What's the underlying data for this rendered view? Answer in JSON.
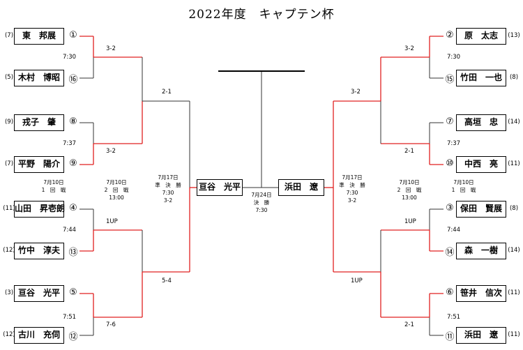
{
  "title": "2022年度　キャプテン杯",
  "left_players": [
    {
      "handicap": "(7)",
      "name": "東　邦展",
      "seed": "①"
    },
    {
      "handicap": "(5)",
      "name": "木村　博昭",
      "seed": "⑯"
    },
    {
      "handicap": "(9)",
      "name": "戎子　肇",
      "seed": "⑧"
    },
    {
      "handicap": "(7)",
      "name": "平野　陽介",
      "seed": "⑨"
    },
    {
      "handicap": "(11)",
      "name": "山田　昇壱朗",
      "seed": "④"
    },
    {
      "handicap": "(12)",
      "name": "竹中　淳夫",
      "seed": "⑬"
    },
    {
      "handicap": "(3)",
      "name": "亘谷　光平",
      "seed": "⑤"
    },
    {
      "handicap": "(12)",
      "name": "古川　充伺",
      "seed": "⑫"
    }
  ],
  "right_players": [
    {
      "handicap": "(13)",
      "name": "原　太志",
      "seed": "②"
    },
    {
      "handicap": "(8)",
      "name": "竹田　一也",
      "seed": "⑮"
    },
    {
      "handicap": "(14)",
      "name": "高垣　忠",
      "seed": "⑦"
    },
    {
      "handicap": "(11)",
      "name": "中西　亮",
      "seed": "⑩"
    },
    {
      "handicap": "(8)",
      "name": "保田　賢展",
      "seed": "③"
    },
    {
      "handicap": "(14)",
      "name": "森　一樹",
      "seed": "⑭"
    },
    {
      "handicap": "(11)",
      "name": "笹井　信次",
      "seed": "⑥"
    },
    {
      "handicap": "(11)",
      "name": "浜田　遼",
      "seed": "⑪"
    }
  ],
  "left_r1": [
    {
      "time": "7:30",
      "score": "3-2"
    },
    {
      "time": "7:37",
      "score": "3-2"
    },
    {
      "time": "7:44",
      "score": "1UP"
    },
    {
      "time": "7:51",
      "score": "7-6"
    }
  ],
  "right_r1": [
    {
      "time": "7:30",
      "score": "3-2"
    },
    {
      "time": "7:37",
      "score": "2-1"
    },
    {
      "time": "7:44",
      "score": "1UP"
    },
    {
      "time": "7:51",
      "score": "2-1"
    }
  ],
  "left_r2_scores": [
    "2-1",
    "5-4"
  ],
  "right_r2_scores": [
    "3-2",
    "1UP"
  ],
  "round1": {
    "date": "7月10日",
    "round": "1　回　戦"
  },
  "round2": {
    "date": "7月10日",
    "round": "2　回　戦",
    "time": "13:00"
  },
  "semi_left": {
    "date": "7月17日",
    "round": "準　決　勝",
    "time": "7:30",
    "score": "3-2"
  },
  "semi_right": {
    "date": "7月17日",
    "round": "準　決　勝",
    "time": "7:30",
    "score": "3-2"
  },
  "final": {
    "date": "7月24日",
    "round": "決　勝",
    "time": "7:30"
  },
  "finalists": {
    "left": "亘谷　光平",
    "right": "浜田　遼"
  },
  "colors": {
    "winner_line": "#e02020",
    "loser_line": "#333333",
    "box_border": "#000000"
  }
}
